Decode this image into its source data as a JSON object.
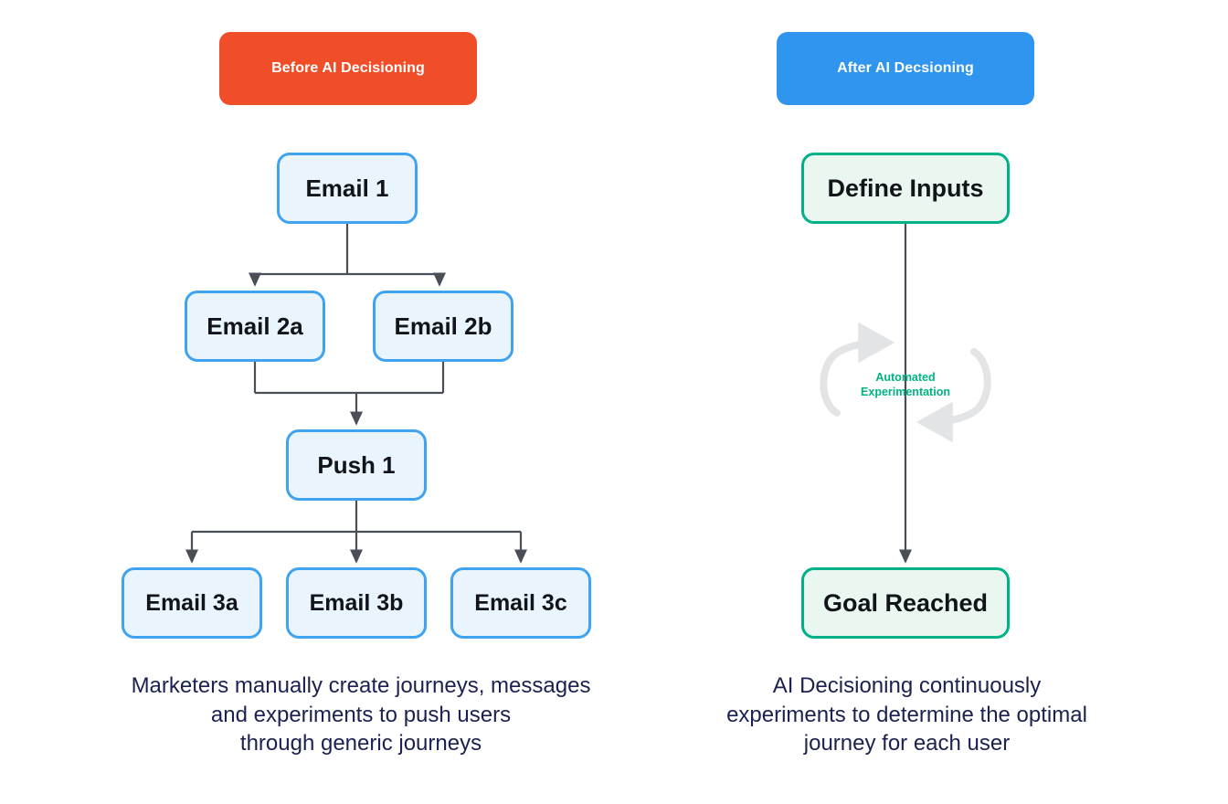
{
  "page": {
    "title": "Before and After AI Decisioning journey comparison",
    "background": "#ffffff"
  },
  "colors": {
    "badge_before_bg": "#f04e28",
    "badge_after_bg": "#2f95ef",
    "node_blue_border": "#3fa3f0",
    "node_blue_fill": "#e9f4fc",
    "node_green_border": "#00b087",
    "node_green_fill": "#eaf7f1",
    "connector": "#4a4f57",
    "cycle_arrow": "#e2e4e6",
    "cycle_label_text": "#00b383",
    "caption_text": "#1b2150",
    "node_text": "#111418"
  },
  "left_panel": {
    "badge_label": "Before AI Decisioning",
    "nodes": [
      {
        "id": "email1",
        "label": "Email 1",
        "style": "blue"
      },
      {
        "id": "email2a",
        "label": "Email 2a",
        "style": "blue"
      },
      {
        "id": "email2b",
        "label": "Email 2b",
        "style": "blue"
      },
      {
        "id": "push1",
        "label": "Push 1",
        "style": "blue"
      },
      {
        "id": "email3a",
        "label": "Email 3a",
        "style": "blue"
      },
      {
        "id": "email3b",
        "label": "Email 3b",
        "style": "blue"
      },
      {
        "id": "email3c",
        "label": "Email 3c",
        "style": "blue"
      }
    ],
    "caption_lines": [
      "Marketers manually create journeys, messages",
      "and experiments to push users",
      "through generic journeys"
    ]
  },
  "right_panel": {
    "badge_label": "After AI Decsioning",
    "nodes": [
      {
        "id": "define",
        "label": "Define Inputs",
        "style": "green"
      },
      {
        "id": "goal",
        "label": "Goal Reached",
        "style": "green"
      }
    ],
    "cycle_label_lines": [
      "Automated",
      "Experimentation"
    ],
    "caption_lines": [
      "AI Decisioning continuously",
      "experiments to determine the optimal",
      "journey for each user"
    ]
  }
}
